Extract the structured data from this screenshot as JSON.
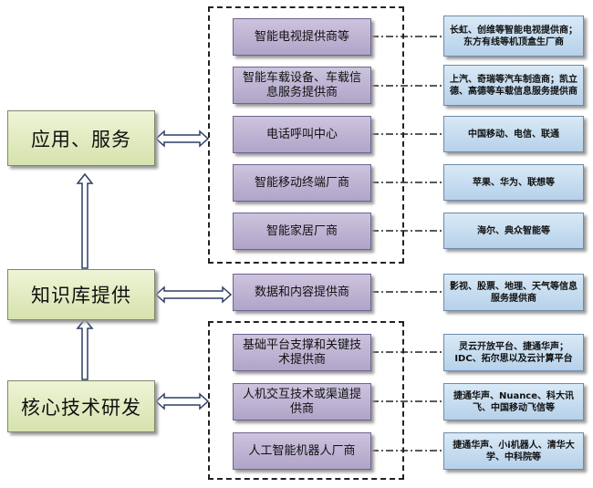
{
  "layers": [
    {
      "label": "应用、服务"
    },
    {
      "label": "知识库提供"
    },
    {
      "label": "核心技术研发"
    }
  ],
  "providers": [
    {
      "label": "智能电视提供商等",
      "examples": "长虹、创维等智能电视提供商；东方有线等机顶盒生厂商"
    },
    {
      "label": "智能车载设备、车载信息服务提供商",
      "examples": "上汽、奇瑞等汽车制造商；凯立德、高德等车载信息服务提供商"
    },
    {
      "label": "电话呼叫中心",
      "examples": "中国移动、电信、联通"
    },
    {
      "label": "智能移动终端厂商",
      "examples": "苹果、华为、联想等"
    },
    {
      "label": "智能家居厂商",
      "examples": "海尔、典众智能等"
    },
    {
      "label": "数据和内容提供商",
      "examples": "影视、股票、地理、天气等信息服务提供商"
    },
    {
      "label": "基础平台支撑和关键技术提供商",
      "examples": "灵云开放平台、捷通华声；IDC、拓尔思以及云计算平台"
    },
    {
      "label": "人机交互技术或渠道提供商",
      "examples": "捷通华声、Nuance、科大讯飞、中国移动飞信等"
    },
    {
      "label": "人工智能机器人厂商",
      "examples": "捷通华声、小i机器人、清华大学、中科院等"
    }
  ]
}
